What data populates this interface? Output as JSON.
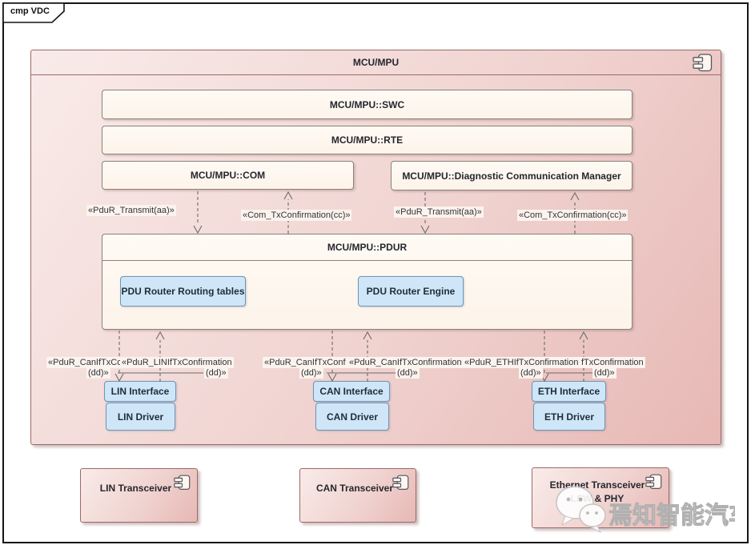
{
  "diagram": {
    "tab_label": "cmp VDC"
  },
  "mcu": {
    "title": "MCU/MPU",
    "swc": "MCU/MPU::SWC",
    "rte": "MCU/MPU::RTE",
    "com": "MCU/MPU::COM",
    "dcm": "MCU/MPU::Diagnostic Communication Manager",
    "pdur_title": "MCU/MPU::PDUR",
    "routing_tables": "PDU Router Routing tables",
    "router_engine": "PDU Router Engine",
    "lin_interface": "LIN Interface",
    "lin_driver": "LIN Driver",
    "can_interface": "CAN Interface",
    "can_driver": "CAN Driver",
    "eth_interface": "ETH Interface",
    "eth_driver": "ETH Driver"
  },
  "labels": {
    "top": [
      "«PduR_Transmit(aa)»",
      "«Com_TxConfirmation(cc)»",
      "«PduR_Transmit(aa)»",
      "«Com_TxConfirmation(cc)»"
    ],
    "bottom_row1": [
      "«PduR_CanIfTxCo",
      "«PduR_LINIfTxConfirmation",
      "«PduR_CanIfTxConf",
      "«PduR_CanIfTxConfirmation",
      "«PduR_ETHIfTxConfirmation",
      "fTxConfirmation"
    ],
    "bottom_row2": [
      "(dd)»",
      "(dd)»",
      "(dd)»",
      "(dd)»",
      "(dd)»",
      "(dd)»"
    ]
  },
  "transceivers": [
    {
      "title": "LIN Transceiver"
    },
    {
      "title": "CAN Transceiver"
    },
    {
      "title": "Ethernet Transceiver",
      "subtitle": "LSW & PHY"
    }
  ],
  "watermark": {
    "text": "焉知智能汽车"
  },
  "colors": {
    "component_fill_light": "#f9ebe9",
    "component_fill_dark": "#e7b8b5",
    "component_border": "#9b6a66",
    "module_fill": "#fdf6ee",
    "module_border": "#8b8178",
    "subblock_fill": "#cfe6f8",
    "subblock_border": "#6f94b5",
    "connector": "#6b6b6b",
    "frame_border": "#141414"
  }
}
